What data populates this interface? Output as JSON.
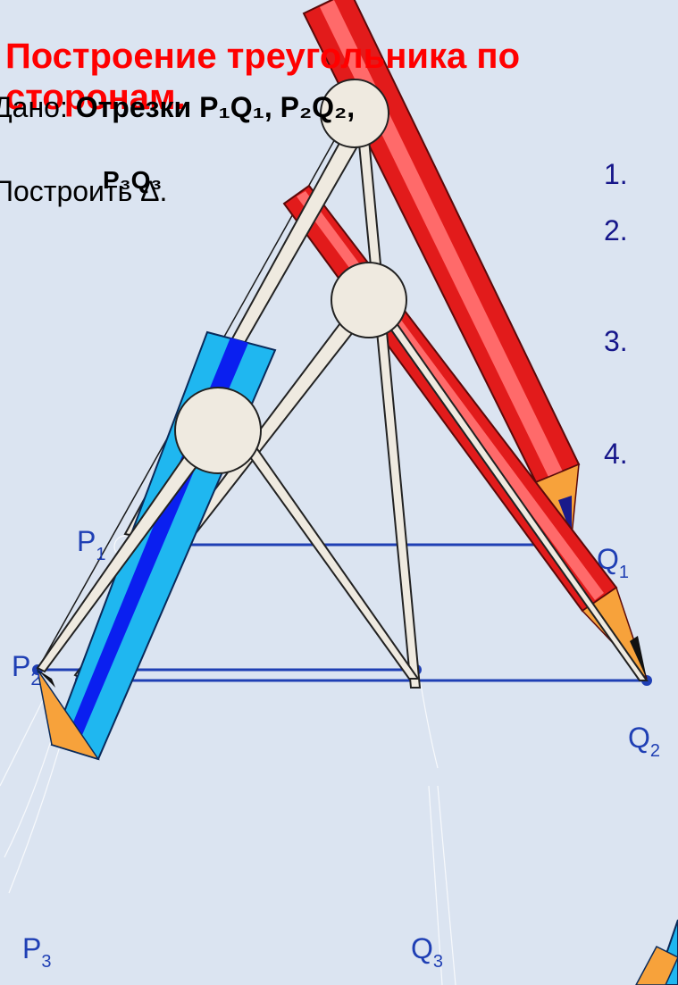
{
  "title": {
    "line1": "Построение треугольника по",
    "line2": "сторонам."
  },
  "given": {
    "prefix": "Дано:",
    "segments": "Отрезки P₁Q₁, P₂Q₂,",
    "segment3": "P₃Q₃",
    "construct": "Построить Δ."
  },
  "steps": [
    "1.",
    "2.",
    "3.",
    "4."
  ],
  "points": {
    "P1": {
      "letter": "P",
      "index": "1"
    },
    "P2": {
      "letter": "P",
      "index": "2"
    },
    "P3": {
      "letter": "P",
      "index": "3"
    },
    "Q1": {
      "letter": "Q",
      "index": "1"
    },
    "Q2": {
      "letter": "Q",
      "index": "2"
    },
    "Q3": {
      "letter": "Q",
      "index": "3"
    }
  },
  "colors": {
    "background": "#dbe4f1",
    "title": "#ff0000",
    "segment": "#1f3fb4",
    "step_text": "#16168a",
    "pencil_red": "#e21b1b",
    "pencil_blue": "#1fb7f0",
    "compass": "#efeae0"
  },
  "icons": [
    "compass-icon",
    "red-pencil-icon",
    "blue-pencil-icon"
  ]
}
